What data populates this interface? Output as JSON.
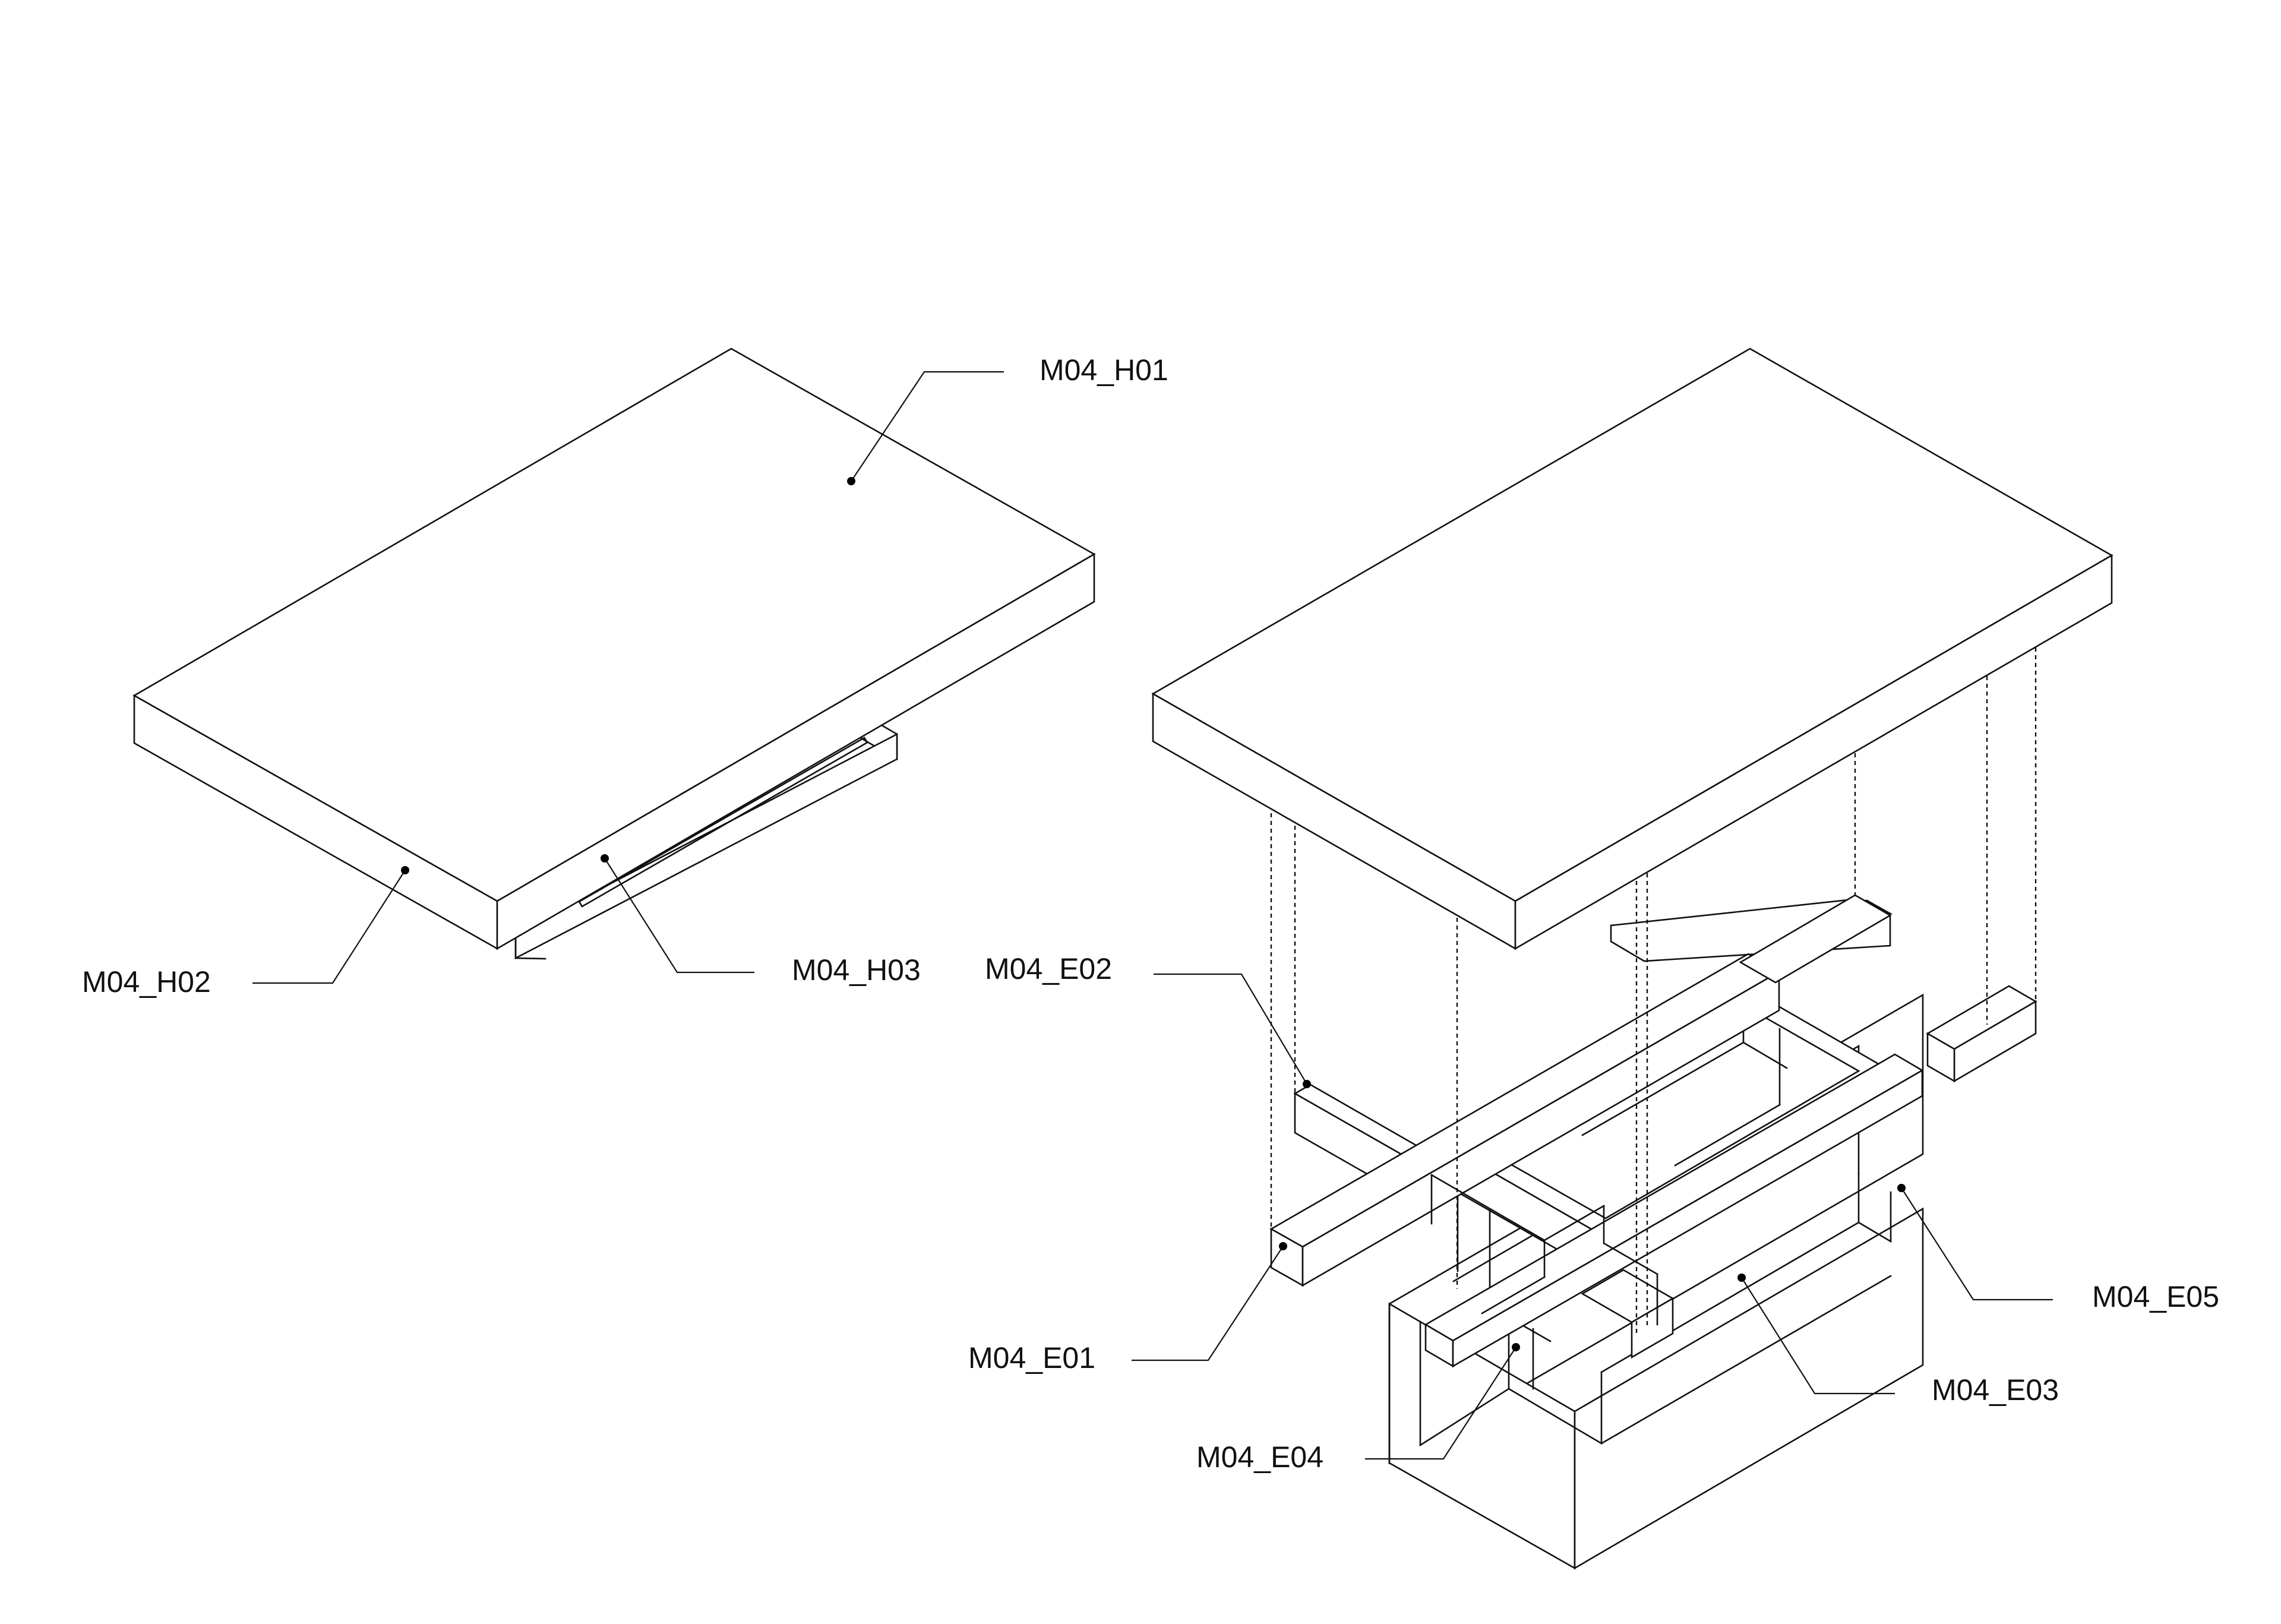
{
  "labels": {
    "h01": "M04_H01",
    "h02": "M04_H02",
    "h03": "M04_H03",
    "e01": "M04_E01",
    "e02": "M04_E02",
    "e03": "M04_E03",
    "e04": "M04_E04",
    "e05": "M04_E05"
  },
  "colors": {
    "line": "#111111",
    "background": "#ffffff"
  }
}
